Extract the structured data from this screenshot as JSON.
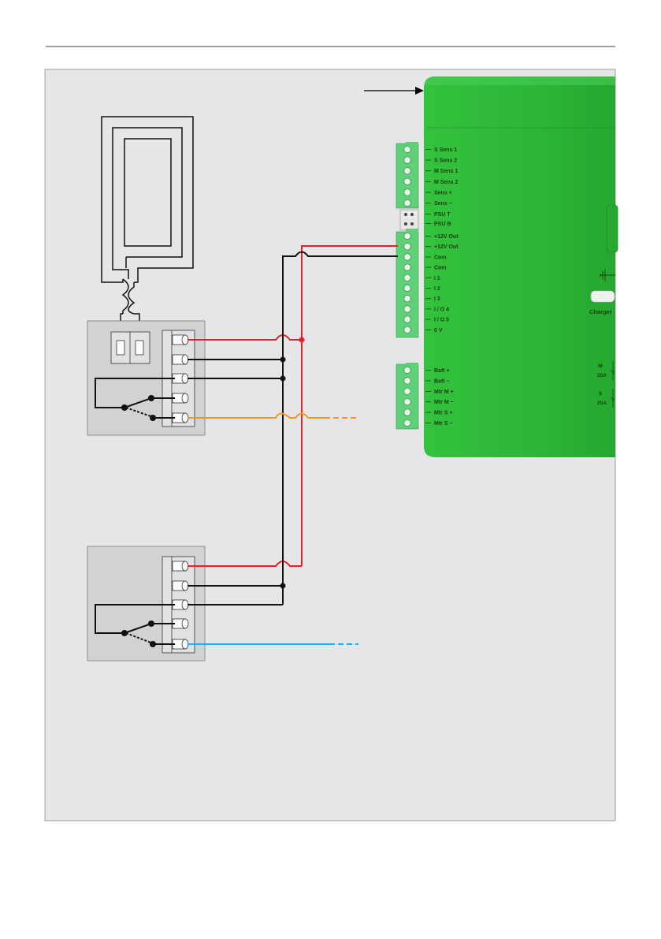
{
  "controller": {
    "upper_terminals": [
      "S Sens 1",
      "S Sens 2",
      "M Sens 1",
      "M Sens 2",
      "Sens +",
      "Sens −"
    ],
    "psu_terminals": [
      "PSU T",
      "PSU B"
    ],
    "io_terminals": [
      "+12V Out",
      "+12V Out",
      "Com",
      "Com",
      "I 1",
      "I 2",
      "I 3",
      "I / O 4",
      "I / O 5",
      "0 V"
    ],
    "lower_terminals": [
      "Batt +",
      "Batt −",
      "Mtr M +",
      "Mtr M −",
      "Mtr S +",
      "Mtr S −"
    ],
    "charger_label": "Charger",
    "fuse_m": [
      "M",
      "25A"
    ],
    "fuse_s": [
      "S",
      "25A"
    ]
  },
  "colors": {
    "panel_bg": "#e6e6e8",
    "device_green": "#2db837",
    "terminal_green": "#5fcf78",
    "wire_red": "#e3212b",
    "wire_black": "#111111",
    "wire_orange": "#f39a1e",
    "wire_blue": "#20b2e6",
    "box_grey": "#d2d2d4"
  }
}
